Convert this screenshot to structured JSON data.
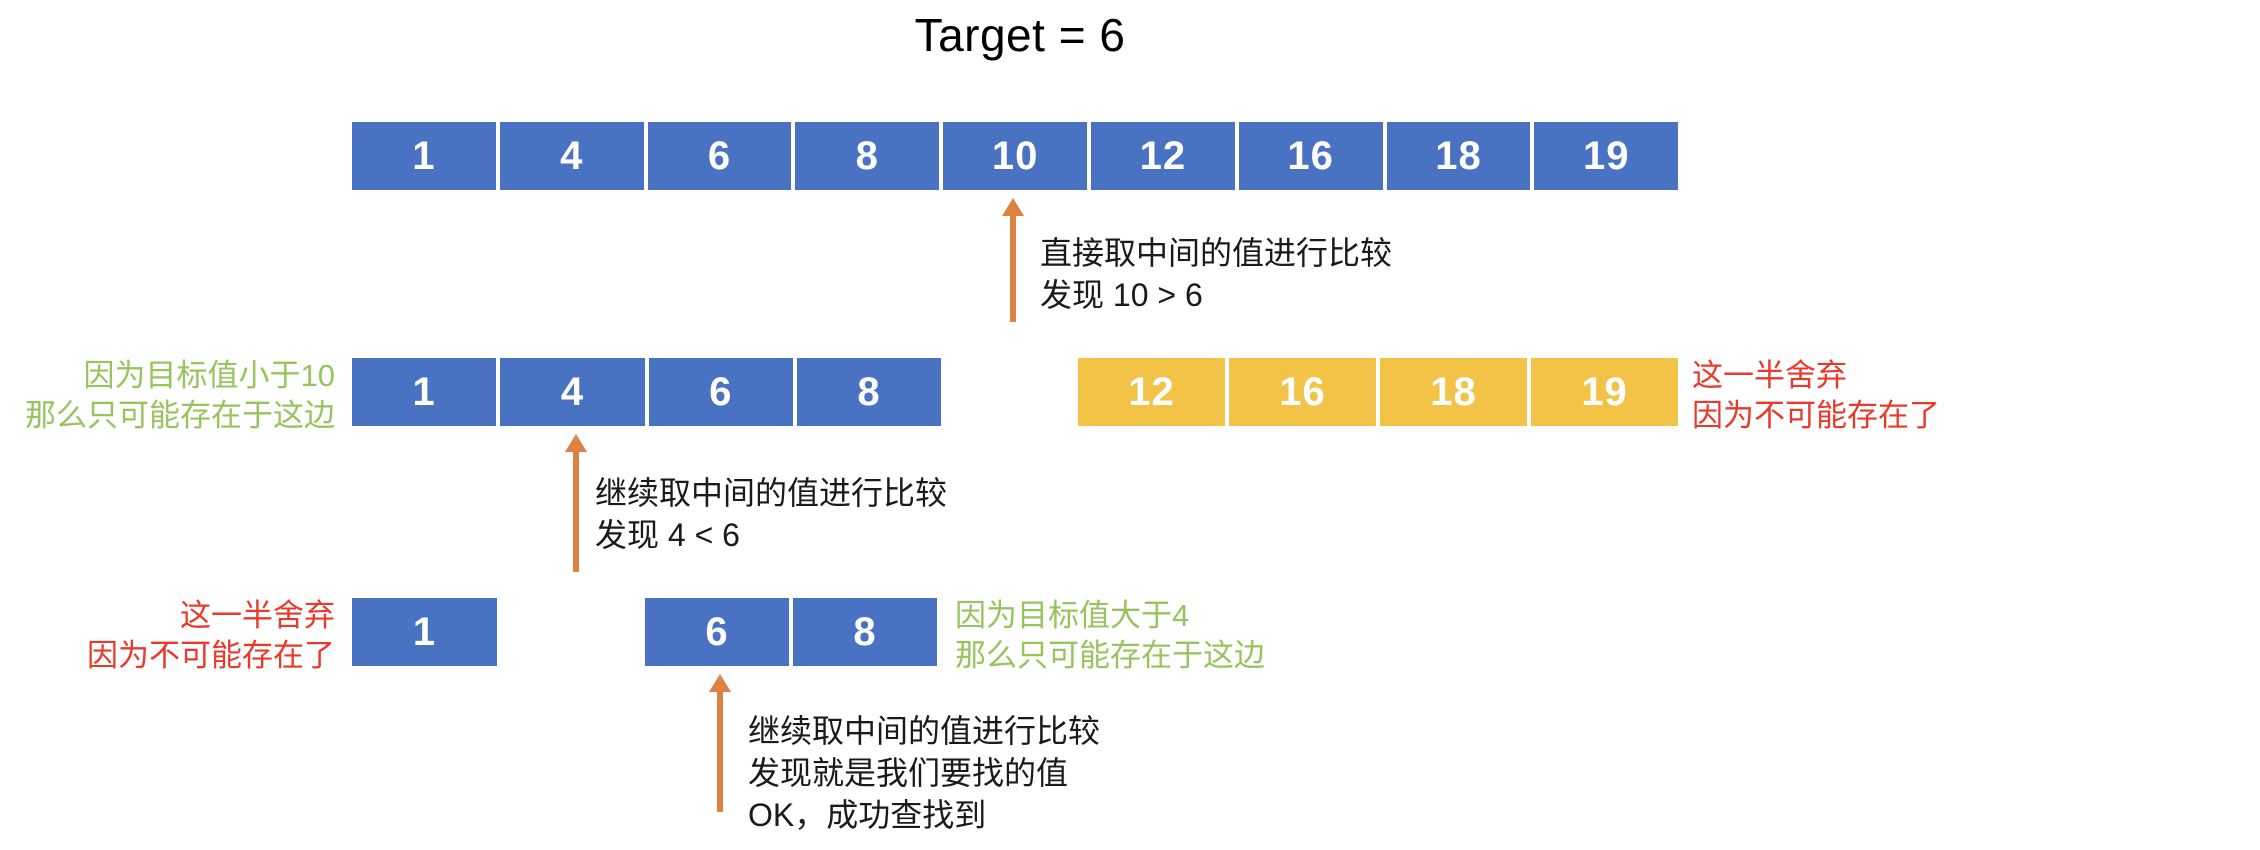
{
  "title": "Target = 6",
  "colors": {
    "keep": "#4a72c3",
    "discard": "#f2c347",
    "arrow": "#dd8240",
    "green_text": "#97c45e",
    "red_text": "#e8392a",
    "black_text": "#1a1a1a"
  },
  "rows": {
    "row1": {
      "cells": [
        "1",
        "4",
        "6",
        "8",
        "10",
        "12",
        "16",
        "18",
        "19"
      ]
    },
    "row2_keep": {
      "cells": [
        "1",
        "4",
        "6",
        "8"
      ]
    },
    "row2_discard": {
      "cells": [
        "12",
        "16",
        "18",
        "19"
      ]
    },
    "row3_discard": {
      "cells": [
        "1"
      ]
    },
    "row3_keep": {
      "cells": [
        "6",
        "8"
      ]
    }
  },
  "notes": {
    "step1": {
      "line1": "直接取中间的值进行比较",
      "line2": "发现 10 > 6"
    },
    "step2": {
      "line1": "继续取中间的值进行比较",
      "line2": "发现 4 < 6"
    },
    "step3": {
      "line1": "继续取中间的值进行比较",
      "line2": "发现就是我们要找的值",
      "line3": "OK，成功查找到"
    }
  },
  "labels": {
    "keep_left_1": {
      "line1": "因为目标值小于10",
      "line2": "那么只可能存在于这边"
    },
    "discard_right_1": {
      "line1": "这一半舍弃",
      "line2": "因为不可能存在了"
    },
    "discard_left_2": {
      "line1": "这一半舍弃",
      "line2": "因为不可能存在了"
    },
    "keep_right_2": {
      "line1": "因为目标值大于4",
      "line2": "那么只可能存在于这边"
    }
  },
  "arrows": {
    "arrow1": {
      "name": "pointer-to-mid-10"
    },
    "arrow2": {
      "name": "pointer-to-mid-4"
    },
    "arrow3": {
      "name": "pointer-to-mid-6"
    }
  }
}
